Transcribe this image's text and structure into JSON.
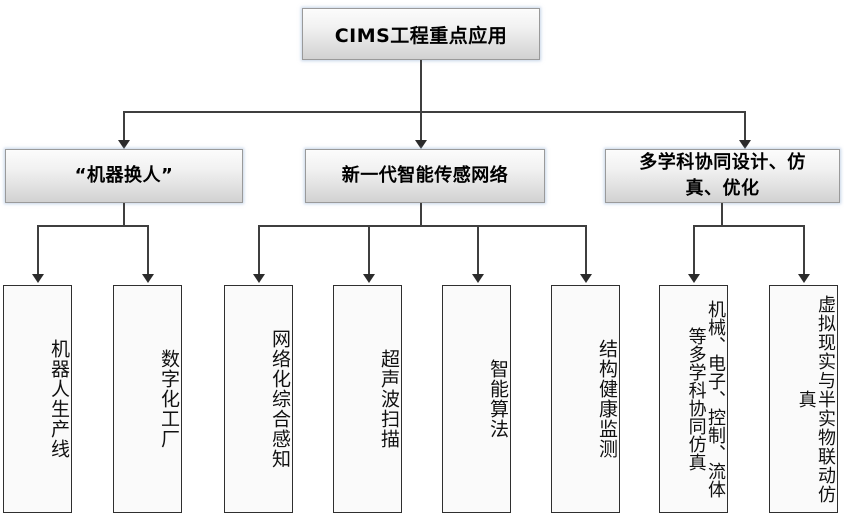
{
  "diagram": {
    "type": "organizational-tree",
    "root": {
      "label": "CIMS工程重点应用"
    },
    "level2": [
      {
        "id": "robot-replace",
        "label": "“机器换人”"
      },
      {
        "id": "smart-sensing-network",
        "label": "新一代智能传感网络"
      },
      {
        "id": "multidisciplinary-codesign",
        "label": "多学科协同设计、仿\n真、优化"
      }
    ],
    "level3": [
      {
        "id": "robot-production-line",
        "label": "机器人生产线",
        "parent": "robot-replace"
      },
      {
        "id": "digital-factory",
        "label": "数字化工厂",
        "parent": "robot-replace"
      },
      {
        "id": "networked-integrated-sensing",
        "label": "网络化综合感知",
        "parent": "smart-sensing-network"
      },
      {
        "id": "ultrasonic-scanning",
        "label": "超声波扫描",
        "parent": "smart-sensing-network"
      },
      {
        "id": "intelligent-algorithm",
        "label": "智能算法",
        "parent": "smart-sensing-network"
      },
      {
        "id": "structural-health-monitoring",
        "label": "结构健康监测",
        "parent": "smart-sensing-network"
      },
      {
        "id": "multidiscipline-cosimulation",
        "label": "机械、电子、控制、流体等多学科协同仿真",
        "parent": "multidisciplinary-codesign"
      },
      {
        "id": "vr-hil-simulation",
        "label": "虚拟现实与半实物联动仿真",
        "parent": "multidisciplinary-codesign"
      }
    ],
    "colors": {
      "box_border": "#9a9a9a",
      "leaf_border": "#2f2f2f",
      "connector": "#3f3f3f",
      "box_fill_top": "#fcfcfc",
      "box_fill_bottom": "#d2d2d2",
      "leaf_fill": "#fafafa",
      "text": "#000000"
    }
  }
}
